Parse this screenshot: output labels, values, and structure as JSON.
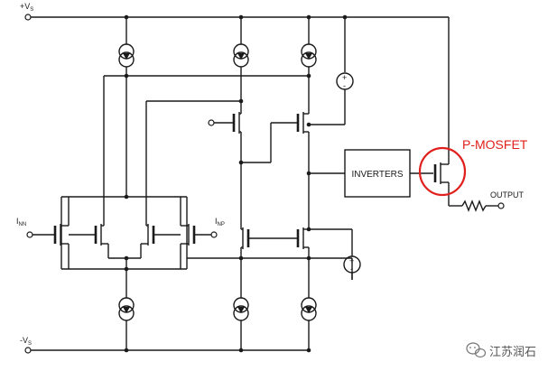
{
  "labels": {
    "vs_pos": "+V",
    "vs_pos_sub": "S",
    "vs_neg": "-V",
    "vs_neg_sub": "S",
    "inn": "I",
    "inn_sub": "NN",
    "inp": "I",
    "inp_sub": "NP",
    "inverters": "INVERTERS",
    "output": "OUTPUT",
    "pmosfet": "P-MOSFET",
    "plus": "+",
    "minus": "-",
    "watermark": "江苏润石"
  },
  "colors": {
    "wire": "#1a1a1a",
    "highlight": "#e0201c",
    "background": "#ffffff"
  },
  "icons": {
    "watermark_logo": "wechat-logo-icon"
  }
}
